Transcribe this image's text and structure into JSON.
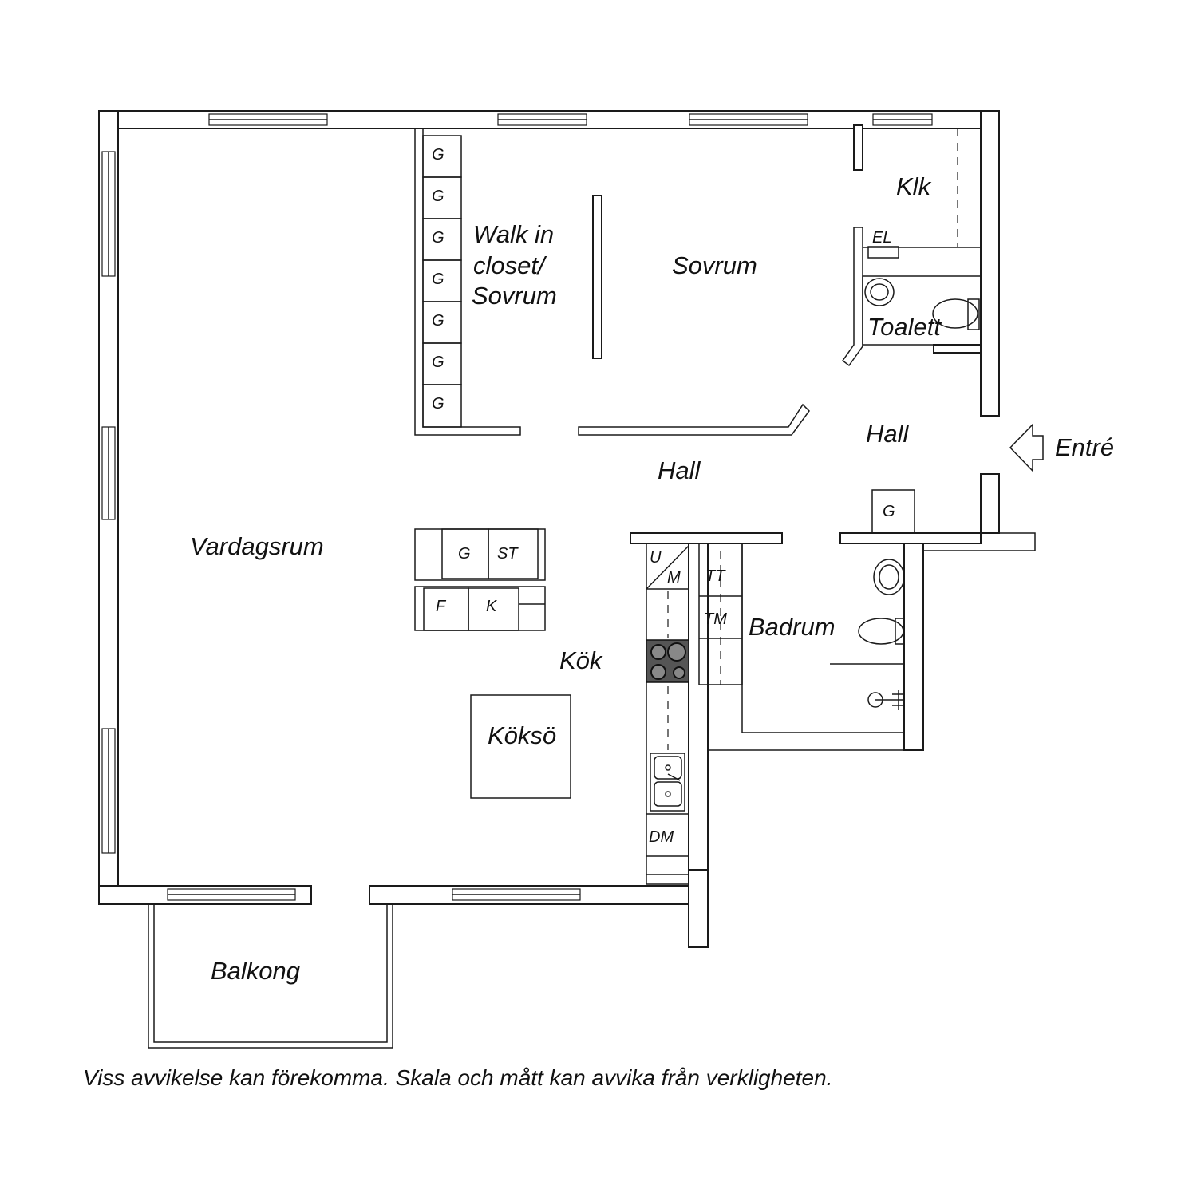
{
  "rooms": {
    "walk_in": [
      "Walk in",
      "closet/",
      "Sovrum"
    ],
    "sovrum": "Sovrum",
    "klk": "Klk",
    "el": "EL",
    "toalett": "Toalett",
    "hall_right": "Hall",
    "hall_center": "Hall",
    "entre": "Entré",
    "vardagsrum": "Vardagsrum",
    "kok": "Kök",
    "koksö": "Köksö",
    "badrum": "Badrum",
    "balkong": "Balkong"
  },
  "fixtures": {
    "closet_g": [
      "G",
      "G",
      "G",
      "G",
      "G",
      "G",
      "G"
    ],
    "hall_g": "G",
    "island_g": "G",
    "island_st": "ST",
    "island_f": "F",
    "island_k": "K",
    "u": "U",
    "m": "M",
    "tt": "TT",
    "tm": "TM",
    "dm": "DM"
  },
  "disclaimer": "Viss avvikelse kan förekomma. Skala och mått kan avvika från verkligheten."
}
